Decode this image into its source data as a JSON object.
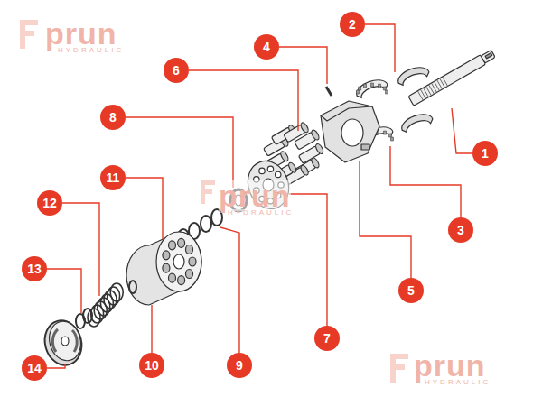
{
  "diagram": {
    "nodes": [
      {
        "text": [
          "1"
        ]
      },
      {
        "text": [
          "2"
        ]
      },
      {
        "text": [
          "3"
        ]
      },
      {
        "text": [
          "4"
        ]
      },
      {
        "text": [
          "5"
        ]
      },
      {
        "text": [
          "6"
        ]
      },
      {
        "text": [
          "7"
        ]
      },
      {
        "text": [
          "8"
        ]
      },
      {
        "text": [
          "9"
        ]
      },
      {
        "text": [
          "10"
        ]
      },
      {
        "text": [
          "11"
        ]
      },
      {
        "text": [
          "12"
        ]
      },
      {
        "text": [
          "13"
        ]
      },
      {
        "text": [
          "14"
        ]
      }
    ],
    "labels": [
      "prun",
      "HYDRAULIC",
      "prun",
      "HYDRAULIC",
      "prun",
      "HYDRAULIC"
    ]
  }
}
